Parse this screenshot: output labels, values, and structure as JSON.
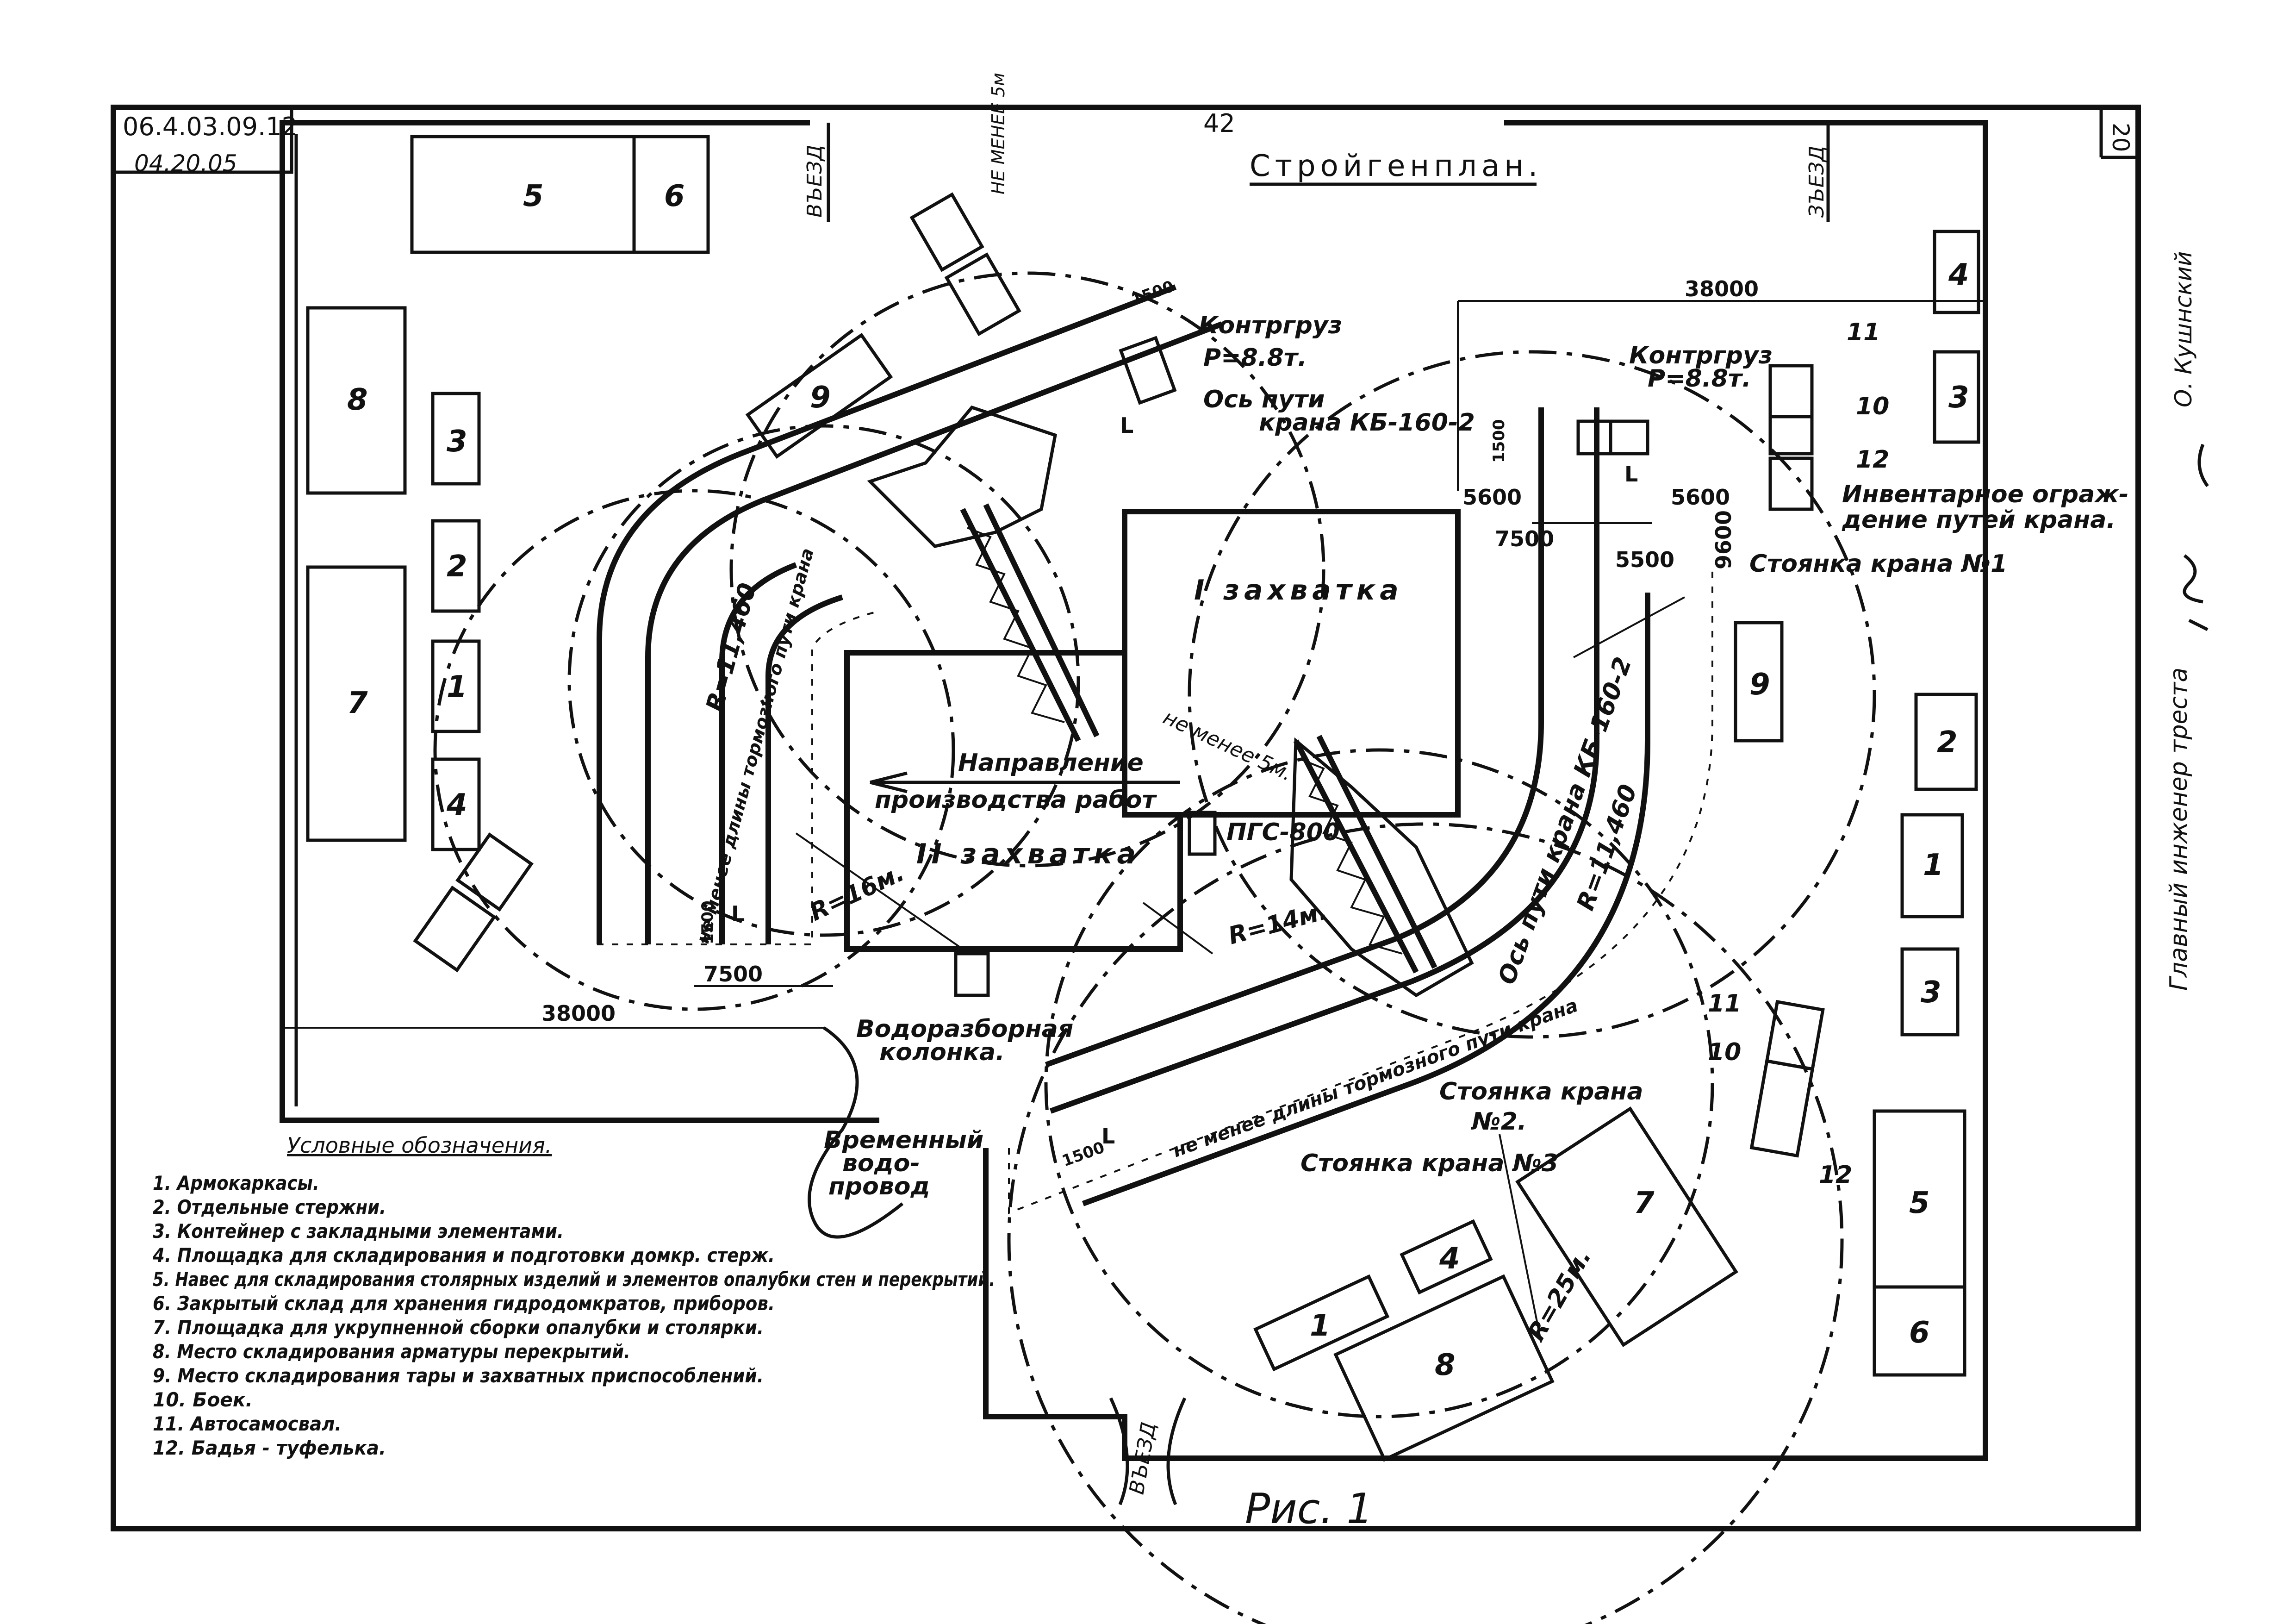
{
  "header": {
    "doc_code": "06.4.03.09.12",
    "doc_date": "04.20.05",
    "page_number": "42",
    "sheet_number": "20",
    "title": "Стройгенплан."
  },
  "side_stamp": {
    "role": "Главный инженер треста",
    "name": "О. Кушнский"
  },
  "caption": "Рис. 1",
  "plan_labels": {
    "entry_left": "ВЪЕЗД",
    "entry_right": "ЗЪЕЗД",
    "entry_bottom": "ВЪЕЗД",
    "min_gap_top": "НЕ МЕНЕЕ 5м",
    "counterweight_1": "Контргруз",
    "counterweight_1_mass": "Р=8.8т.",
    "counterweight_2": "Контргруз",
    "counterweight_2_mass": "Р=8.8т.",
    "crane_axis": "Ось пути",
    "crane_axis_2": "крана КБ-160-2",
    "fence_1": "Инвентарное ограж-",
    "fence_2": "дение путей крана.",
    "crane_stop_1": "Стоянка крана №1",
    "zone_1": "I захватка",
    "zone_2": "II захватка",
    "direction_1": "Направление",
    "direction_2": "производства работ",
    "min_gap_mid": "не менее 5м.",
    "pump": "ПГС-800",
    "radius_16": "R=16м.",
    "radius_14": "R=14м.",
    "radius_25": "R=25м.",
    "radius_11460_a": "R=11,460",
    "radius_11460_b": "R=11,460",
    "axis_right": "Ось пути крана КБ-160-2",
    "brake_left": "не менее длины тормозного пути крана",
    "brake_right": "не менее длины тормозного пути крана",
    "hydrant_1": "Водоразборная",
    "hydrant_2": "колонка.",
    "temp_water_1": "Временный",
    "temp_water_2": "водо-",
    "temp_water_3": "провод",
    "crane_stop_2a": "Стоянка крана",
    "crane_stop_2b": "№2.",
    "crane_stop_3": "Стоянка крана №3"
  },
  "dimensions": {
    "top_right": "38000",
    "bottom_left": "38000",
    "d7500_left": "7500",
    "d7500_right": "7500",
    "d5600_a": "5600",
    "d5600_b": "5600",
    "d5500": "5500",
    "d9600": "9600",
    "d1500_a": "1500",
    "d1500_b": "1500",
    "d1500_c": "1500",
    "d1500_d": "1500",
    "small_L_a": "L",
    "small_L_b": "L",
    "small_L_c": "L",
    "small_L_d": "L"
  },
  "storage_numbers": {
    "b5_top": "5",
    "b6_top": "6",
    "b8_left": "8",
    "b3_left": "3",
    "b2_left": "2",
    "b7_left": "7",
    "b1_left": "1",
    "b4_left": "4",
    "b9_top": "9",
    "b9_right": "9",
    "b4_right": "4",
    "b3_right_top": "3",
    "b2_right": "2",
    "b1_right": "1",
    "b3_right": "3",
    "b5_right": "5",
    "b6_right": "6",
    "b7_bottom": "7",
    "b4_bottom": "4",
    "b1_bottom": "1",
    "b8_bottom": "8",
    "c11_a": "11",
    "c10_a": "10",
    "c12_a": "12",
    "c11_b": "11",
    "c10_b": "10",
    "c12_b": "12"
  },
  "legend": {
    "title": "Условные обозначения.",
    "items": [
      "1. Армокаркасы.",
      "2. Отдельные стержни.",
      "3. Контейнер с закладными элементами.",
      "4. Площадка для складирования и подготовки домкр. стерж.",
      "5. Навес для складирования столярных изделий и элементов опалубки стен и перекрытий.",
      "6. Закрытый склад для хранения гидродомкратов, приборов.",
      "7. Площадка для укрупненной сборки опалубки и столярки.",
      "8. Место складирования арматуры перекрытий.",
      "9. Место складирования тары и захватных приспособлений.",
      "10. Боек.",
      "11. Автосамосвал.",
      "12. Бадья - туфелька."
    ]
  }
}
